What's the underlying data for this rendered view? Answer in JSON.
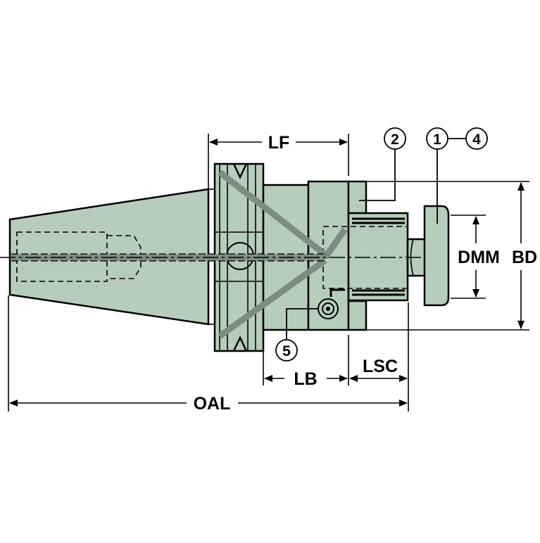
{
  "colors": {
    "body_fill": "#b6cdbb",
    "outline": "#000000",
    "coolant_channel": "#7d8c80",
    "background": "#ffffff"
  },
  "dimensions": {
    "lf": "LF",
    "lb": "LB",
    "lsc": "LSC",
    "oal": "OAL",
    "dmm": "DMM",
    "bd": "BD"
  },
  "callouts": {
    "c1": "1",
    "c2": "2",
    "c4": "4",
    "c5": "5"
  }
}
